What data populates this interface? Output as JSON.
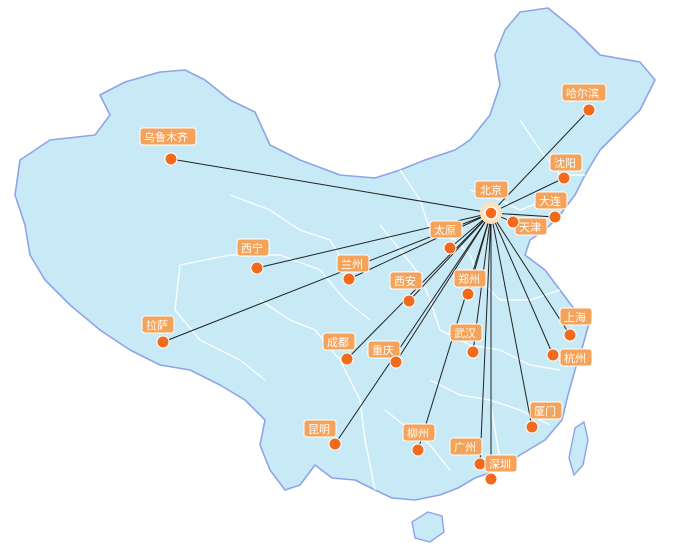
{
  "colors": {
    "land": "#c7eaf6",
    "border": "#8fa4e8",
    "route": "#222222",
    "dot": "#f26a1b",
    "label": "#f5a25a",
    "label_text": "#ffffff"
  },
  "hub": {
    "name": "北京"
  },
  "cities": [
    {
      "id": "urumqi",
      "name": "乌鲁木齐"
    },
    {
      "id": "harbin",
      "name": "哈尔滨"
    },
    {
      "id": "shenyang",
      "name": "沈阳"
    },
    {
      "id": "dalian",
      "name": "大连"
    },
    {
      "id": "tianjin",
      "name": "天津"
    },
    {
      "id": "taiyuan",
      "name": "太原"
    },
    {
      "id": "xining",
      "name": "西宁"
    },
    {
      "id": "lanzhou",
      "name": "兰州"
    },
    {
      "id": "xian",
      "name": "西安"
    },
    {
      "id": "zhengzhou",
      "name": "郑州"
    },
    {
      "id": "lhasa",
      "name": "拉萨"
    },
    {
      "id": "chengdu",
      "name": "成都"
    },
    {
      "id": "chongqing",
      "name": "重庆"
    },
    {
      "id": "wuhan",
      "name": "武汉"
    },
    {
      "id": "shanghai",
      "name": "上海"
    },
    {
      "id": "hangzhou",
      "name": "杭州"
    },
    {
      "id": "xiamen",
      "name": "厦门"
    },
    {
      "id": "kunming",
      "name": "昆明"
    },
    {
      "id": "liuzhou",
      "name": "柳州"
    },
    {
      "id": "guangzhou",
      "name": "广州"
    },
    {
      "id": "shenzhen",
      "name": "深圳"
    }
  ]
}
